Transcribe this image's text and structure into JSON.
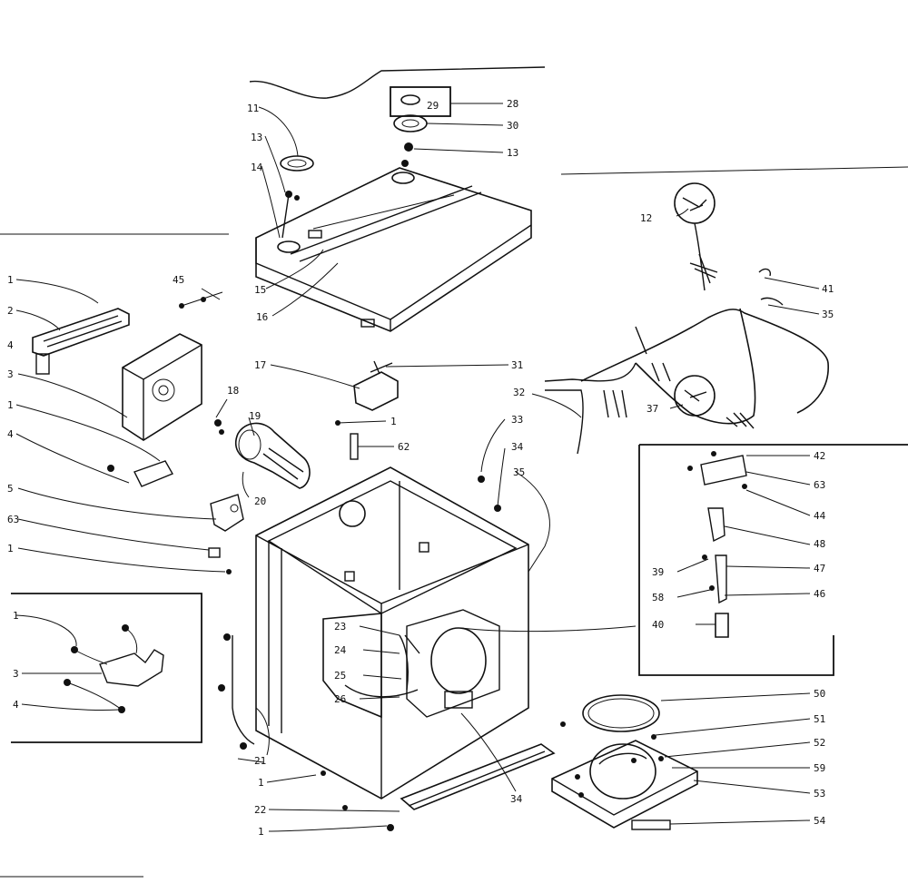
{
  "labels": {
    "l_11": "11",
    "l_13a": "13",
    "l_14": "14",
    "l_15": "15",
    "l_16": "16",
    "l_29": "29",
    "l_28": "28",
    "l_30": "30",
    "l_13b": "13",
    "l_12": "12",
    "l_41": "41",
    "l_35a": "35",
    "l_37": "37",
    "l_32": "32",
    "l_31": "31",
    "l_17": "17",
    "l_1c": "1",
    "l_62": "62",
    "l_33": "33",
    "l_34a": "34",
    "l_35b": "35",
    "l_42": "42",
    "l_63b": "63",
    "l_44": "44",
    "l_48": "48",
    "l_39": "39",
    "l_47": "47",
    "l_58": "58",
    "l_46": "46",
    "l_40": "40",
    "l_45": "45",
    "l_1a": "1",
    "l_2": "2",
    "l_4a": "4",
    "l_3": "3",
    "l_1b": "1",
    "l_4b": "4",
    "l_5": "5",
    "l_63a": "63",
    "l_1d": "1",
    "l_18": "18",
    "l_19": "19",
    "l_20": "20",
    "l_1e": "1",
    "l_3b": "3",
    "l_4c": "4",
    "l_23": "23",
    "l_24": "24",
    "l_25": "25",
    "l_26": "26",
    "l_21": "21",
    "l_1f": "1",
    "l_22": "22",
    "l_1g": "1",
    "l_34b": "34",
    "l_50": "50",
    "l_51": "51",
    "l_52": "52",
    "l_59": "59",
    "l_53": "53",
    "l_54": "54"
  }
}
